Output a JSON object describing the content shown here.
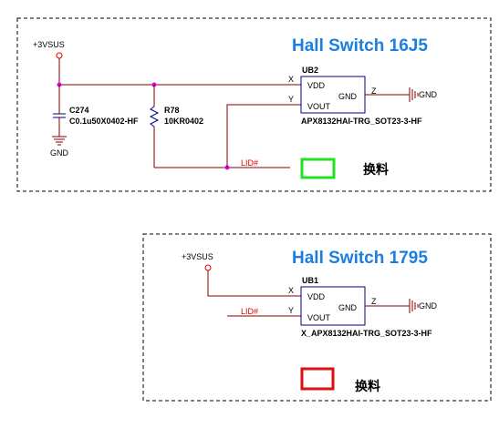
{
  "top_block": {
    "title": "Hall Switch 16J5",
    "power_label": "+3VSUS",
    "cap_ref": "C274",
    "cap_value": "C0.1u50X0402-HF",
    "cap_gnd": "GND",
    "res_ref": "R78",
    "res_value": "10KR0402",
    "ic_ref": "UB2",
    "ic_part": "APX8132HAI-TRG_SOT23-3-HF",
    "pin_vdd": "VDD",
    "pin_gnd": "GND",
    "pin_vout": "VOUT",
    "pin_x": "X",
    "pin_y": "Y",
    "pin_z": "Z",
    "gnd_label": "GND",
    "net_lid": "LID#",
    "swap_text": "换料",
    "swap_color": "#22e022"
  },
  "bottom_block": {
    "title": "Hall Switch 1795",
    "power_label": "+3VSUS",
    "ic_ref": "UB1",
    "ic_part": "X_APX8132HAI-TRG_SOT23-3-HF",
    "pin_vdd": "VDD",
    "pin_gnd": "GND",
    "pin_vout": "VOUT",
    "pin_x": "X",
    "pin_y": "Y",
    "pin_z": "Z",
    "gnd_label": "GND",
    "net_lid": "LID#",
    "swap_text": "换料",
    "swap_color": "#e01010"
  },
  "colors": {
    "title": "#1a7fe0",
    "wire": "#800000",
    "net_label": "#e00000",
    "junction": "#e000e0"
  }
}
